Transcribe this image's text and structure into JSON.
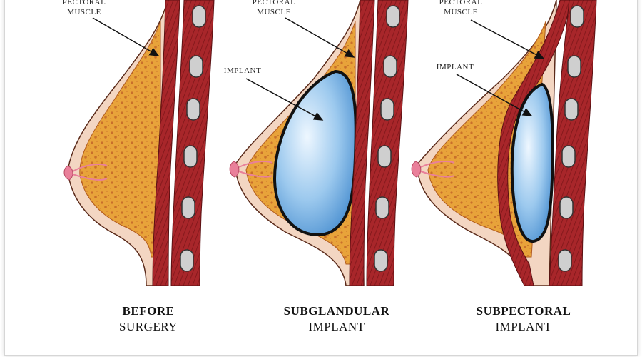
{
  "panels": [
    {
      "id": "before",
      "caption_line1": "BEFORE",
      "caption_line2": "SURGERY",
      "muscle_label_line1": "PECTORAL",
      "muscle_label_line2": "MUSCLE"
    },
    {
      "id": "subglandular",
      "caption_line1": "SUBGLANDULAR",
      "caption_line2": "IMPLANT",
      "muscle_label_line1": "PECTORAL",
      "muscle_label_line2": "MUSCLE",
      "implant_label": "IMPLANT"
    },
    {
      "id": "subpectoral",
      "caption_line1": "SUBPECTORAL",
      "caption_line2": "IMPLANT",
      "muscle_label_line1": "PECTORAL",
      "muscle_label_line2": "MUSCLE",
      "implant_label": "IMPLANT"
    }
  ],
  "colors": {
    "skin": "#f3d6c2",
    "gland_fat": "#e8a33a",
    "gland_spots": "#c9702a",
    "muscle": "#a8262a",
    "muscle_stripe": "#7d1619",
    "rib": "#bfbfbf",
    "implant": "#9cc9ee",
    "nipple": "#e9809a"
  }
}
